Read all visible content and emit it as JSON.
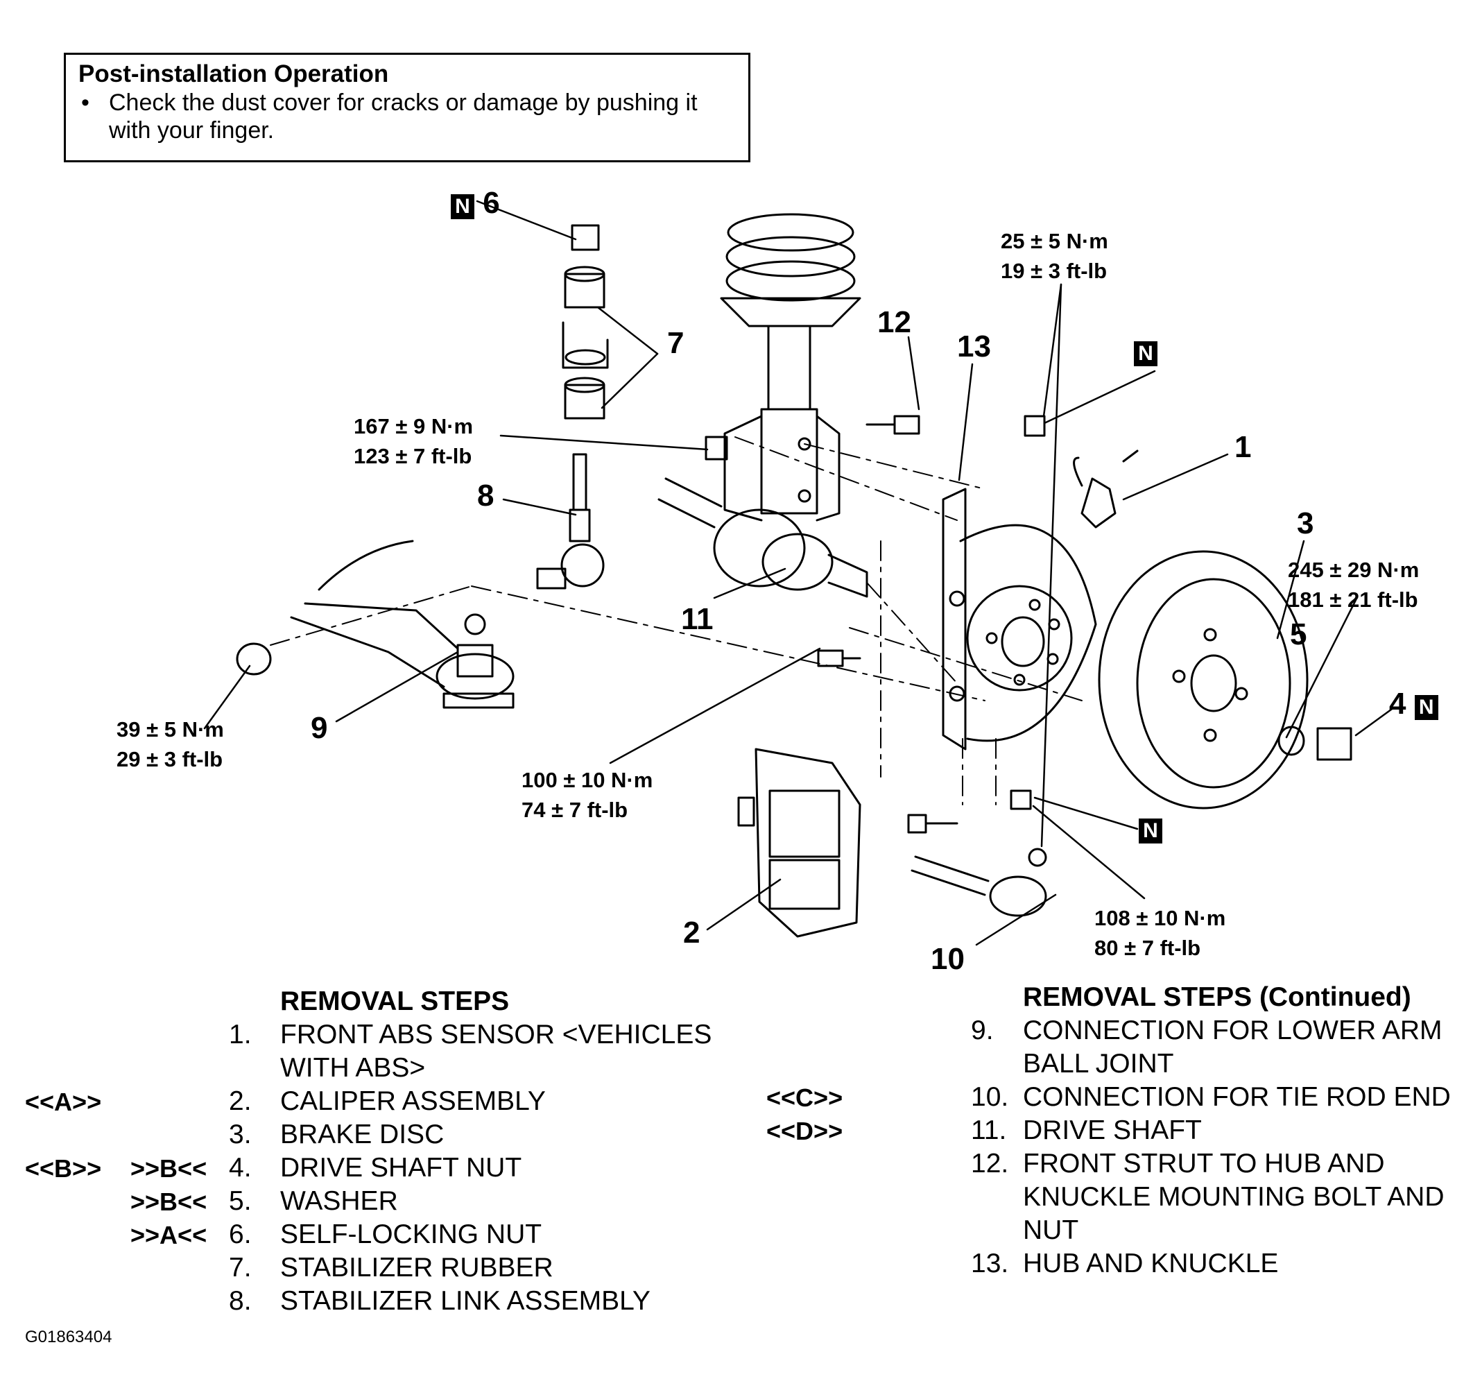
{
  "note": {
    "title": "Post-installation Operation",
    "bullet": "•",
    "lines": [
      "Check the dust cover for cracks or damage by pushing it",
      "with your finger."
    ]
  },
  "callouts": {
    "n1": "1",
    "n2": "2",
    "n3": "3",
    "n4": "4",
    "n5": "5",
    "n6": "6",
    "n7": "7",
    "n8": "8",
    "n9": "9",
    "n10": "10",
    "n11": "11",
    "n12": "12",
    "n13": "13",
    "new_part_mark": "N"
  },
  "torques": {
    "t_top_nm": "25 ± 5 N·m",
    "t_top_ft": "19 ± 3 ft-lb",
    "t_167_nm": "167 ± 9 N·m",
    "t_167_ft": "123 ± 7 ft-lb",
    "t_245_nm": "245 ± 29 N·m",
    "t_245_ft": "181 ± 21 ft-lb",
    "t_39_nm": "39 ± 5 N·m",
    "t_39_ft": "29 ± 3 ft-lb",
    "t_100_nm": "100 ± 10 N·m",
    "t_100_ft": "74 ± 7 ft-lb",
    "t_108_nm": "108 ± 10 N·m",
    "t_108_ft": "80 ± 7 ft-lb"
  },
  "removal_steps": {
    "heading": "REMOVAL STEPS",
    "heading_continued": "REMOVAL STEPS  (Continued)",
    "left": [
      {
        "num": "1.",
        "lines": [
          "FRONT ABS SENSOR <VEHICLES",
          "WITH ABS>"
        ],
        "code_removal": "",
        "code_install": ""
      },
      {
        "num": "2.",
        "lines": [
          "CALIPER ASSEMBLY"
        ],
        "code_removal": "<<A>>",
        "code_install": ""
      },
      {
        "num": "3.",
        "lines": [
          "BRAKE DISC"
        ],
        "code_removal": "",
        "code_install": ""
      },
      {
        "num": "4.",
        "lines": [
          "DRIVE SHAFT NUT"
        ],
        "code_removal": "<<B>>",
        "code_install": ">>B<<"
      },
      {
        "num": "5.",
        "lines": [
          "WASHER"
        ],
        "code_removal": "",
        "code_install": ">>B<<"
      },
      {
        "num": "6.",
        "lines": [
          "SELF-LOCKING NUT"
        ],
        "code_removal": "",
        "code_install": ">>A<<"
      },
      {
        "num": "7.",
        "lines": [
          "STABILIZER RUBBER"
        ],
        "code_removal": "",
        "code_install": ""
      },
      {
        "num": "8.",
        "lines": [
          "STABILIZER LINK ASSEMBLY"
        ],
        "code_removal": "",
        "code_install": ""
      }
    ],
    "right": [
      {
        "num": "9.",
        "lines": [
          "CONNECTION FOR LOWER ARM",
          "BALL JOINT"
        ],
        "code_removal": ""
      },
      {
        "num": "10.",
        "lines": [
          "CONNECTION FOR TIE ROD END"
        ],
        "code_removal": "<<C>>"
      },
      {
        "num": "11.",
        "lines": [
          "DRIVE SHAFT"
        ],
        "code_removal": "<<D>>"
      },
      {
        "num": "12.",
        "lines": [
          "FRONT STRUT TO HUB AND",
          "KNUCKLE MOUNTING BOLT AND",
          "NUT"
        ],
        "code_removal": ""
      },
      {
        "num": "13.",
        "lines": [
          "HUB AND KNUCKLE"
        ],
        "code_removal": ""
      }
    ]
  },
  "figure_id": "G01863404"
}
